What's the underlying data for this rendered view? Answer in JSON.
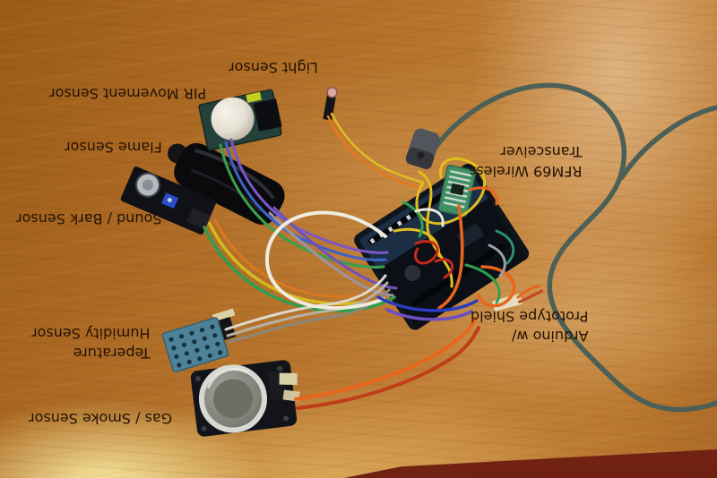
{
  "photo": {
    "description": "Photograph of an Arduino home-monitoring prototype on a wooden table: PIR, light, flame, sound, temperature/humidity and gas sensors wired to an Arduino with prototype shield and RFM69 radio; all text labels are printed upside-down",
    "annotation_text_color": "#221305"
  },
  "annotations": {
    "light": "Light Sensor",
    "pir": "PIR Movement Sensor",
    "flame": "Flame Sensor",
    "sound": "Sound / Bark Sensor",
    "temperature_line1": "Teperature",
    "temperature_line2": "Humidity Sensor",
    "gas": "Gas / Smoke Sensor",
    "rfm69_line1": "RFM69 Wireless",
    "rfm69_line2": "Transceiver",
    "arduino_line1": "Arduino w/",
    "arduino_line2": "Prototype Shield"
  },
  "colors": {
    "wood_mid": "#b5732c",
    "wood_glare": "#f6dc8e",
    "carpet_red": "#8e2f1c",
    "cable_teal": "#4d6057",
    "wire_orange": "#e8651c",
    "wire_yellow": "#e2bd1e",
    "wire_green": "#2f9e4f",
    "wire_blue": "#3f62c8",
    "wire_purple": "#7a58c8",
    "wire_white": "#efecdf",
    "rfm69_pcb_green": "#3e8f63",
    "dht11_blue": "#4e8299",
    "pir_dome_white": "#ece8dd"
  }
}
